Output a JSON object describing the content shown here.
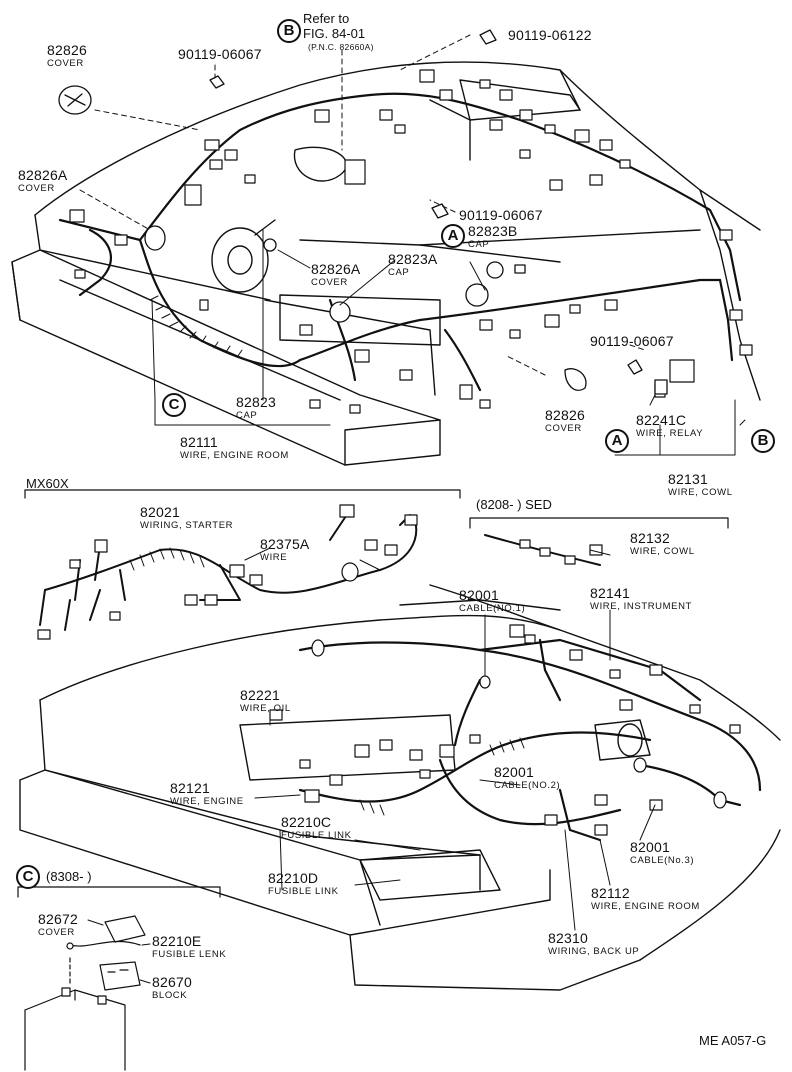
{
  "diagram": {
    "code": "ME A057-G",
    "refer": {
      "line1": "Refer to",
      "line2": "FIG. 84-01",
      "line3": "(P.N.C. 82660A)",
      "badge": "B"
    },
    "sections": {
      "mx60x": "MX60X",
      "sed_range": "(8208-        ) SED",
      "c_range": "(8308-        )",
      "c_badge": "C"
    },
    "badges": {
      "a": "A",
      "b": "B",
      "c": "C"
    },
    "parts": [
      {
        "pn": "82826",
        "desc": "COVER"
      },
      {
        "pn": "90119-06067",
        "desc": ""
      },
      {
        "pn": "90119-06122",
        "desc": ""
      },
      {
        "pn": "82826A",
        "desc": "COVER"
      },
      {
        "pn": "90119-06067",
        "desc": ""
      },
      {
        "pn": "82823B",
        "desc": "CAP"
      },
      {
        "pn": "82826A",
        "desc": "COVER"
      },
      {
        "pn": "82823A",
        "desc": "CAP"
      },
      {
        "pn": "90119-06067",
        "desc": ""
      },
      {
        "pn": "82826",
        "desc": "COVER"
      },
      {
        "pn": "82823",
        "desc": "CAP"
      },
      {
        "pn": "82241C",
        "desc": "WIRE, RELAY"
      },
      {
        "pn": "82111",
        "desc": "WIRE, ENGINE ROOM"
      },
      {
        "pn": "82131",
        "desc": "WIRE, COWL"
      },
      {
        "pn": "82021",
        "desc": "WIRING, STARTER"
      },
      {
        "pn": "82375A",
        "desc": "WIRE"
      },
      {
        "pn": "82132",
        "desc": "WIRE, COWL"
      },
      {
        "pn": "82001",
        "desc": "CABLE(NO.1)"
      },
      {
        "pn": "82141",
        "desc": "WIRE, INSTRUMENT"
      },
      {
        "pn": "82221",
        "desc": "WIRE, OIL"
      },
      {
        "pn": "82121",
        "desc": "WIRE, ENGINE"
      },
      {
        "pn": "82001",
        "desc": "CABLE(NO.2)"
      },
      {
        "pn": "82210C",
        "desc": "FUSIBLE LINK"
      },
      {
        "pn": "82001",
        "desc": "CABLE(No.3)"
      },
      {
        "pn": "82210D",
        "desc": "FUSIBLE LINK"
      },
      {
        "pn": "82112",
        "desc": "WIRE, ENGINE ROOM"
      },
      {
        "pn": "82672",
        "desc": "COVER"
      },
      {
        "pn": "82210E",
        "desc": "FUSIBLE LENK"
      },
      {
        "pn": "82310",
        "desc": "WIRING, BACK UP"
      },
      {
        "pn": "82670",
        "desc": "BLOCK"
      }
    ]
  }
}
